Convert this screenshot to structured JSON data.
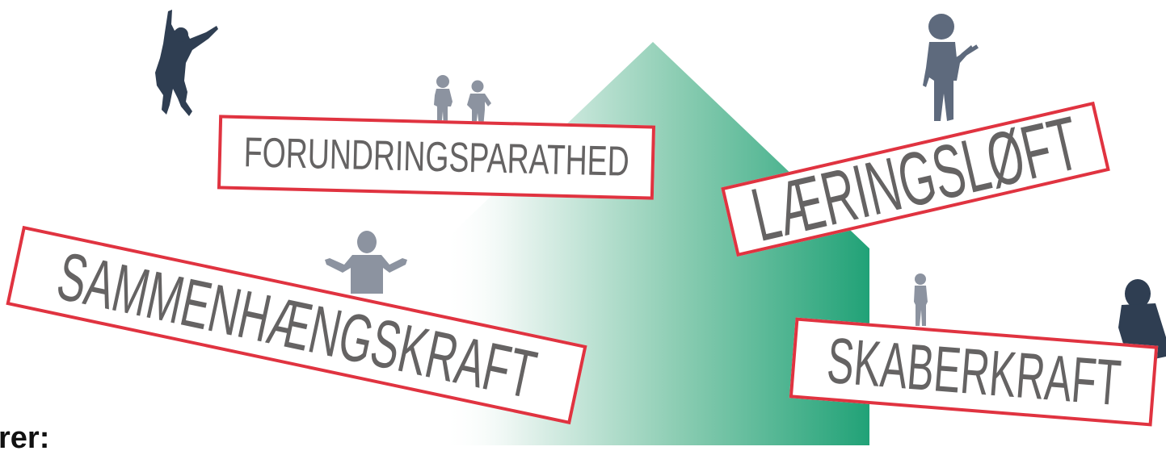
{
  "colors": {
    "plate_border": "#e03340",
    "plate_text": "#656363",
    "house_green": "#2aa77c",
    "figure_dark": "#2f3e52",
    "figure_mid": "#5e6a7d",
    "figure_light": "#8c93a0"
  },
  "words": {
    "forundring": "FORUNDRINGSPARATHED",
    "laering": "LÆRINGSLØFT",
    "sammen": "SAMMENHÆNGSKRAFT",
    "skaber": "SKABERKRAFT"
  },
  "heading_fragment": "rer:",
  "icons": {
    "house": "house-arrow-icon",
    "jumping": "jumping-person-icon",
    "kids": "two-children-icon",
    "shrug": "shrugging-person-icon",
    "hockey": "child-with-stick-icon",
    "small_child": "standing-child-icon",
    "sitting": "sitting-person-icon"
  }
}
